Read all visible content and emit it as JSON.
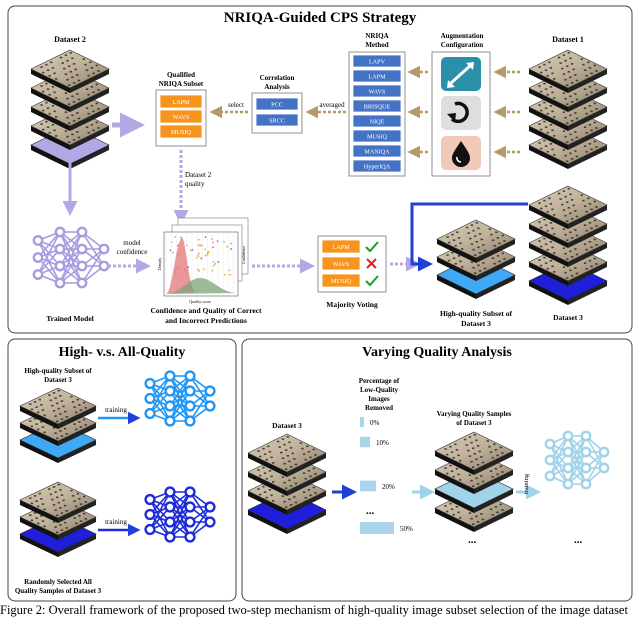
{
  "panel_top": {
    "title": "NRIQA-Guided CPS Strategy",
    "dataset2": "Dataset 2",
    "dataset1": "Dataset 1",
    "dataset3": "Dataset 3",
    "qualified_subset": [
      "Qualified",
      "NRIQA Subset"
    ],
    "qualified_methods": [
      "LAPM",
      "WAVS",
      "MUSIQ"
    ],
    "select": "select",
    "correlation": [
      "Correlation",
      "Analysis"
    ],
    "correlation_items": [
      "PCC",
      "SRCC"
    ],
    "averaged": "averaged",
    "nriqa_method": [
      "NRIQA",
      "Method"
    ],
    "nriqa_items": [
      "LAPV",
      "LAPM",
      "WAVS",
      "BRISQUE",
      "NIQE",
      "MUSIQ",
      "MANIQA",
      "HyperIQA"
    ],
    "augmentation": [
      "Augmentation",
      "Configuration"
    ],
    "dataset2_quality": [
      "Dataset 2",
      "quality"
    ],
    "model_confidence": [
      "model",
      "confidence"
    ],
    "trained_model": "Trained Model",
    "confidence_caption": [
      "Confidence and Quality of Correct",
      "and Incorrect Predictions"
    ],
    "plot_xlabel": "Quality score",
    "plot_ylabel": "Density",
    "plot_right_label": "Confidence",
    "voting_methods": [
      "LAPM",
      "WAVS",
      "MUSIQ"
    ],
    "majority_voting": "Majority Voting",
    "hq_subset_caption": [
      "High-quality Subset of",
      "Dataset 3"
    ]
  },
  "panel_left": {
    "title": "High- v.s. All-Quality",
    "hq_label": [
      "High-quality Subset of",
      "Dataset 3"
    ],
    "training1": "training",
    "training2": "training",
    "random_label": [
      "Randomly Selected All",
      "Quality Samples of Dataset 3"
    ]
  },
  "panel_right": {
    "title": "Varying Quality Analysis",
    "dataset3": "Dataset 3",
    "percentage_label": [
      "Percentage of",
      "Low-Quality",
      "Images",
      "Removed"
    ],
    "percent_values": [
      0,
      10,
      20,
      50
    ],
    "percent_labels": [
      "0%",
      "10%",
      "20%",
      "50%"
    ],
    "dots": "...",
    "varying_label": [
      "Varying Quality Samples",
      "of Dataset 3"
    ],
    "training": "training"
  },
  "caption": "Figure 2: Overall framework of the proposed two-step mechanism of high-quality image subset selection of the image dataset",
  "colors": {
    "orange": "#f7941d",
    "blue_box": "#4472c4",
    "tan_arrow": "#b59a6a",
    "lavender": "#b4a7e5",
    "purple_net": "#a99be0",
    "blue_arrow": "#1f3fd6",
    "light_blue_layer": "#3fa9f5",
    "dark_blue_layer": "#1f1fdb",
    "net_light_blue": "#2196f3",
    "net_dark_blue": "#1d2bd8",
    "net_pale_blue": "#9fd3ea",
    "green_check": "#1a9e2a",
    "red_cross": "#e02020"
  }
}
